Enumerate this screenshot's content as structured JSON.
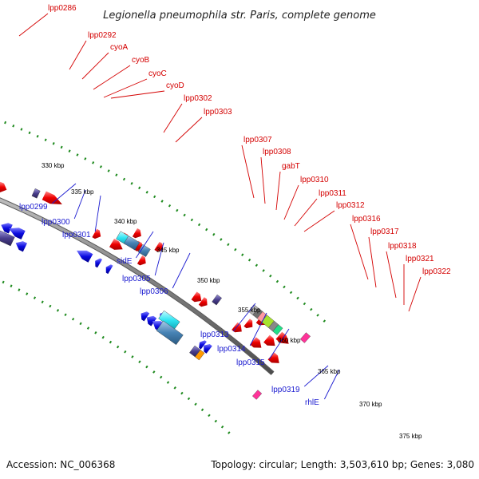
{
  "header": {
    "title": "Legionella pneumophila str. Paris, complete genome"
  },
  "footer": {
    "accession": "Accession: NC_006368",
    "topology": "Topology: circular; Length: 3,503,610 bp; Genes: 3,080"
  },
  "scale_ticks": [
    "330 kbp",
    "335 kbp",
    "340 kbp",
    "345 kbp",
    "350 kbp",
    "355 kbp",
    "360 kbp",
    "365 kbp",
    "370 kbp",
    "375 kbp"
  ],
  "forward_labels": [
    "lpp0286",
    "lpp0292",
    "cyoA",
    "cyoB",
    "cyoC",
    "cyoD",
    "lpp0302",
    "lpp0303",
    "lpp0307",
    "lpp0308",
    "gabT",
    "lpp0310",
    "lpp0311",
    "lpp0312",
    "lpp0316",
    "lpp0317",
    "lpp0318",
    "lpp0321",
    "lpp0322"
  ],
  "reverse_labels": [
    "lpp0299",
    "lpp0300",
    "lpp0301",
    "sidE",
    "lpp0305",
    "lpp0306",
    "lpp0313",
    "lpp0314",
    "lpp0315",
    "lpp0319",
    "rhlE"
  ],
  "colors": {
    "forward_gene": "#ee0000",
    "reverse_gene": "#0a0ae0",
    "backbone": "#8a8a8a",
    "dotted_track": "#1e8a1e",
    "cyan_feature": "#33e0ee",
    "steel_feature": "#4682b4",
    "slate_feature": "#483d8b",
    "forward_label": "#d40000",
    "reverse_label": "#1a1ad0"
  }
}
